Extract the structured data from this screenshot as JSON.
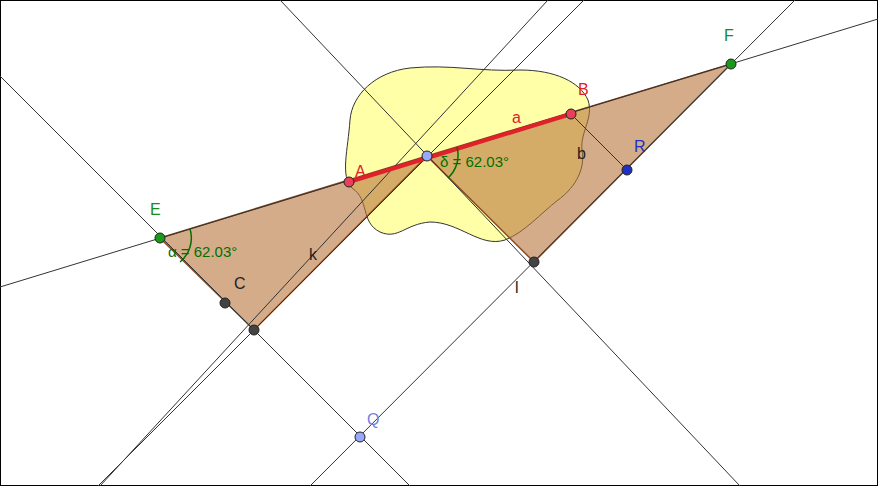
{
  "diagram": {
    "labels": [
      "F",
      "B",
      "a",
      "R",
      "A",
      "δ = 62.03°",
      "b",
      "E",
      "α = 62.03°",
      "C",
      "k",
      "l",
      "Q"
    ]
  }
}
